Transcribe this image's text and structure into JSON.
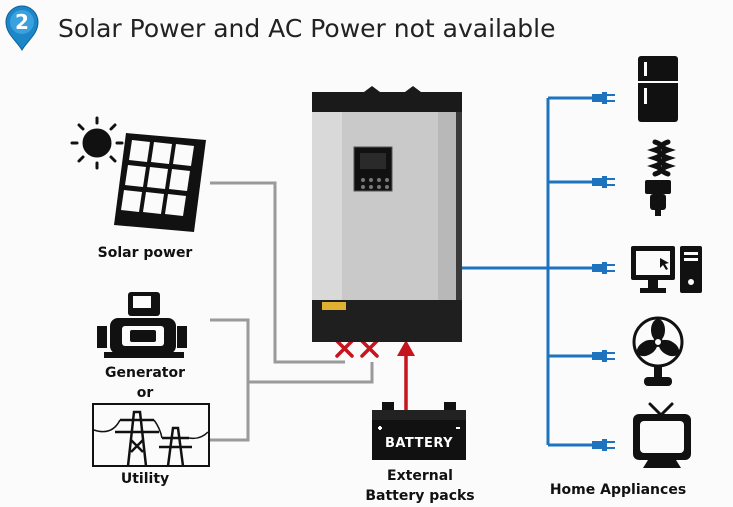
{
  "step_badge": "2",
  "title": "Solar Power and AC Power not available",
  "sources": {
    "solar_label": "Solar power",
    "generator_label": "Generator",
    "or_label": "or",
    "utility_label": "Utility"
  },
  "battery": {
    "box_label": "BATTERY",
    "caption_line1": "External",
    "caption_line2": "Battery packs"
  },
  "appliances": {
    "label": "Home Appliances",
    "items": [
      "refrigerator-icon",
      "light-bulb-icon",
      "computer-icon",
      "fan-icon",
      "tv-icon"
    ]
  },
  "colors": {
    "badge": "#1b87c9",
    "ac_output_line": "#1e73be",
    "input_line": "#9a9a9a",
    "battery_arrow": "#c4161c",
    "disconnect_mark": "#c4161c"
  }
}
